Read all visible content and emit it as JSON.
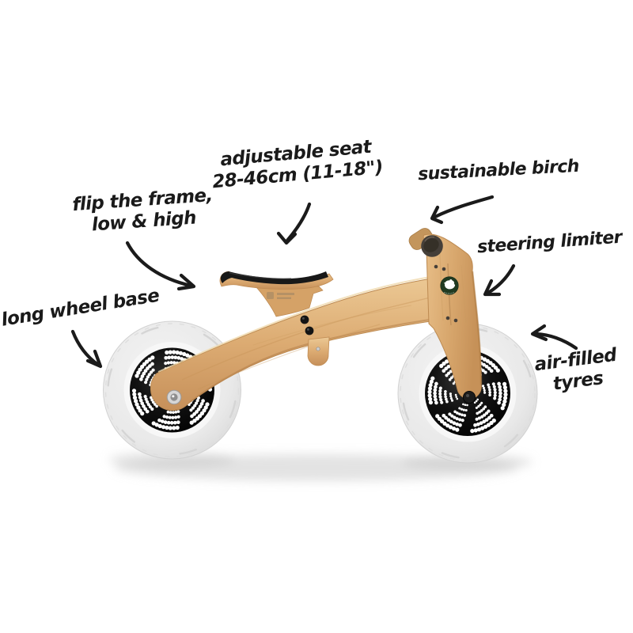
{
  "product": {
    "type": "wooden balance bike, side view product photo on white background"
  },
  "palette": {
    "ink": "#1a1a1a",
    "wood_main": "#d9a96e",
    "wood_light": "#ecca97",
    "wood_dark": "#c08c54",
    "tire": "#e9e9e9",
    "hub": "#0c0c0c",
    "seat_pad": "#181818",
    "grip_knob": "#453f39",
    "logo_green": "#203a21"
  },
  "annotations": {
    "adjustable_seat": {
      "line1": "adjustable seat",
      "line2": "28-46cm (11-18\")"
    },
    "sustainable_birch": {
      "label": "sustainable birch"
    },
    "flip_frame": {
      "line1": "flip the frame,",
      "line2": "low & high"
    },
    "long_wheel_base": {
      "label": "long wheel base"
    },
    "steering_limiter": {
      "label": "steering limiter"
    },
    "air_filled_tyres": {
      "line1": "air-filled",
      "line2": "tyres"
    }
  }
}
